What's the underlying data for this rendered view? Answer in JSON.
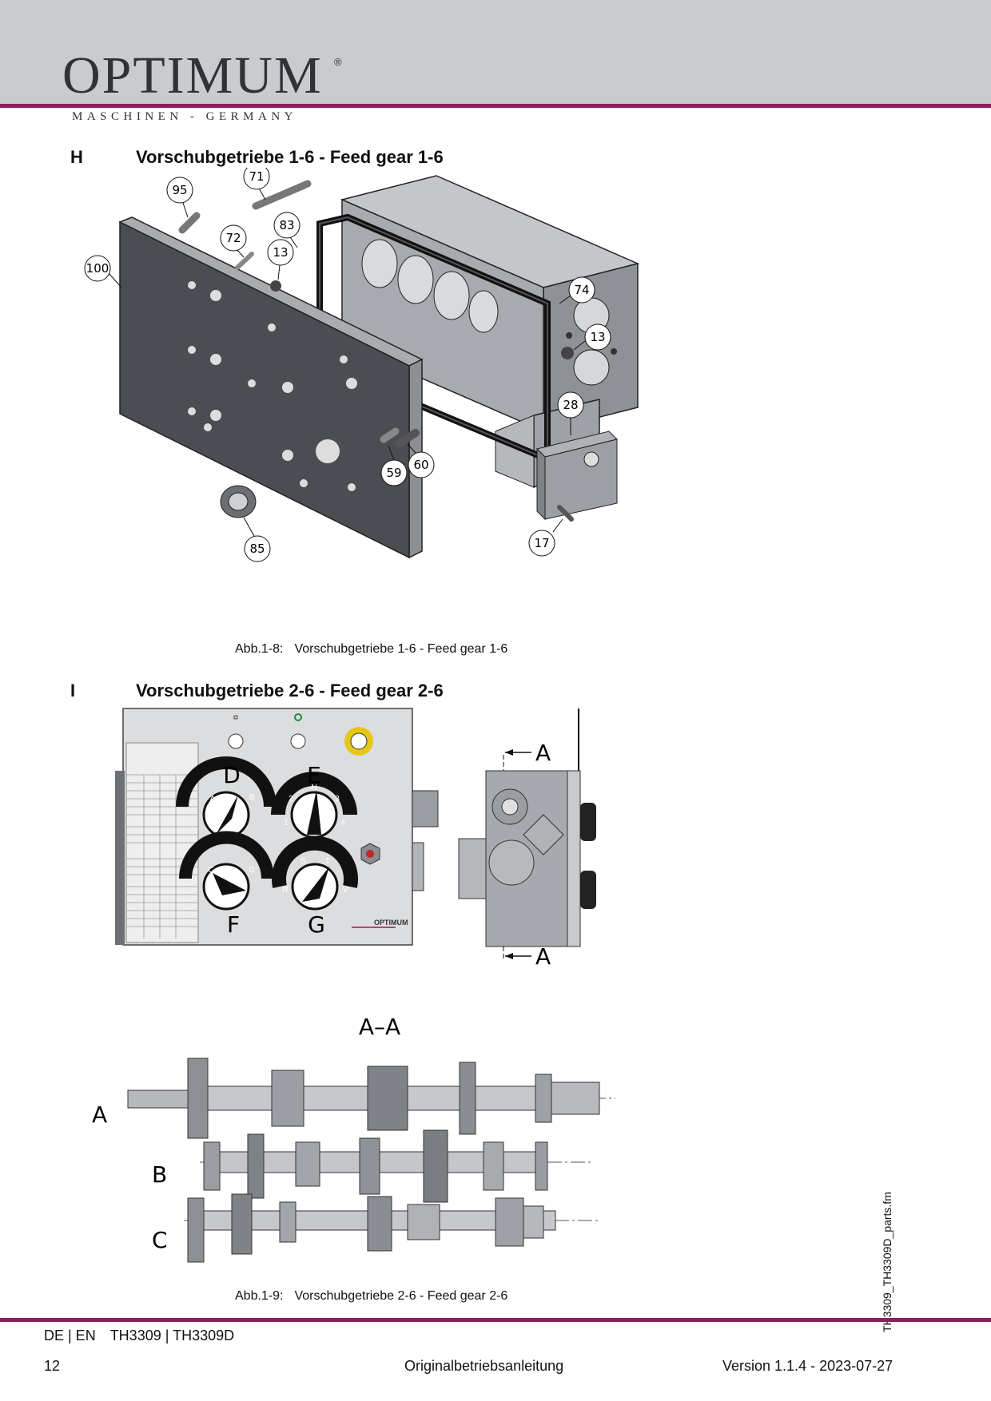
{
  "header": {
    "logo": "OPTIMUM",
    "registered": "®",
    "tagline": "MASCHINEN - GERMANY"
  },
  "section_h": {
    "letter": "H",
    "title": "Vorschubgetriebe 1-6  - Feed gear 1-6",
    "caption_label": "Abb.1-8:",
    "caption_text": "Vorschubgetriebe 1-6 - Feed gear 1-6",
    "callouts": [
      "71",
      "95",
      "83",
      "72",
      "13",
      "100",
      "74",
      "13",
      "28",
      "59",
      "60",
      "85",
      "17"
    ]
  },
  "section_i": {
    "letter": "I",
    "title": "Vorschubgetriebe 2-6  - Feed gear 2-6",
    "caption_label": "Abb.1-9:",
    "caption_text": "Vorschubgetriebe 2-6 - Feed gear 2-6",
    "knob_labels": [
      "D",
      "E",
      "F",
      "G"
    ],
    "knob_d_positions": [
      "A",
      "B"
    ],
    "knob_e_positions": [
      "2",
      "N",
      "3",
      "1",
      "4"
    ],
    "knob_f_positions": [
      "C",
      "D"
    ],
    "knob_g_positions": [
      "S",
      "T",
      "R",
      "V"
    ],
    "panel_brand": "OPTIMUM",
    "section_marker": "A",
    "section_view_title": "A–A",
    "shaft_labels": [
      "A",
      "B",
      "C"
    ]
  },
  "side_text": "TH3309_TH3309D_parts.fm",
  "footer": {
    "lang": "DE | EN",
    "products": "TH3309 | TH3309D",
    "page": "12",
    "doc": "Originalbetriebsanleitung",
    "version": "Version 1.1.4 - 2023-07-27"
  }
}
